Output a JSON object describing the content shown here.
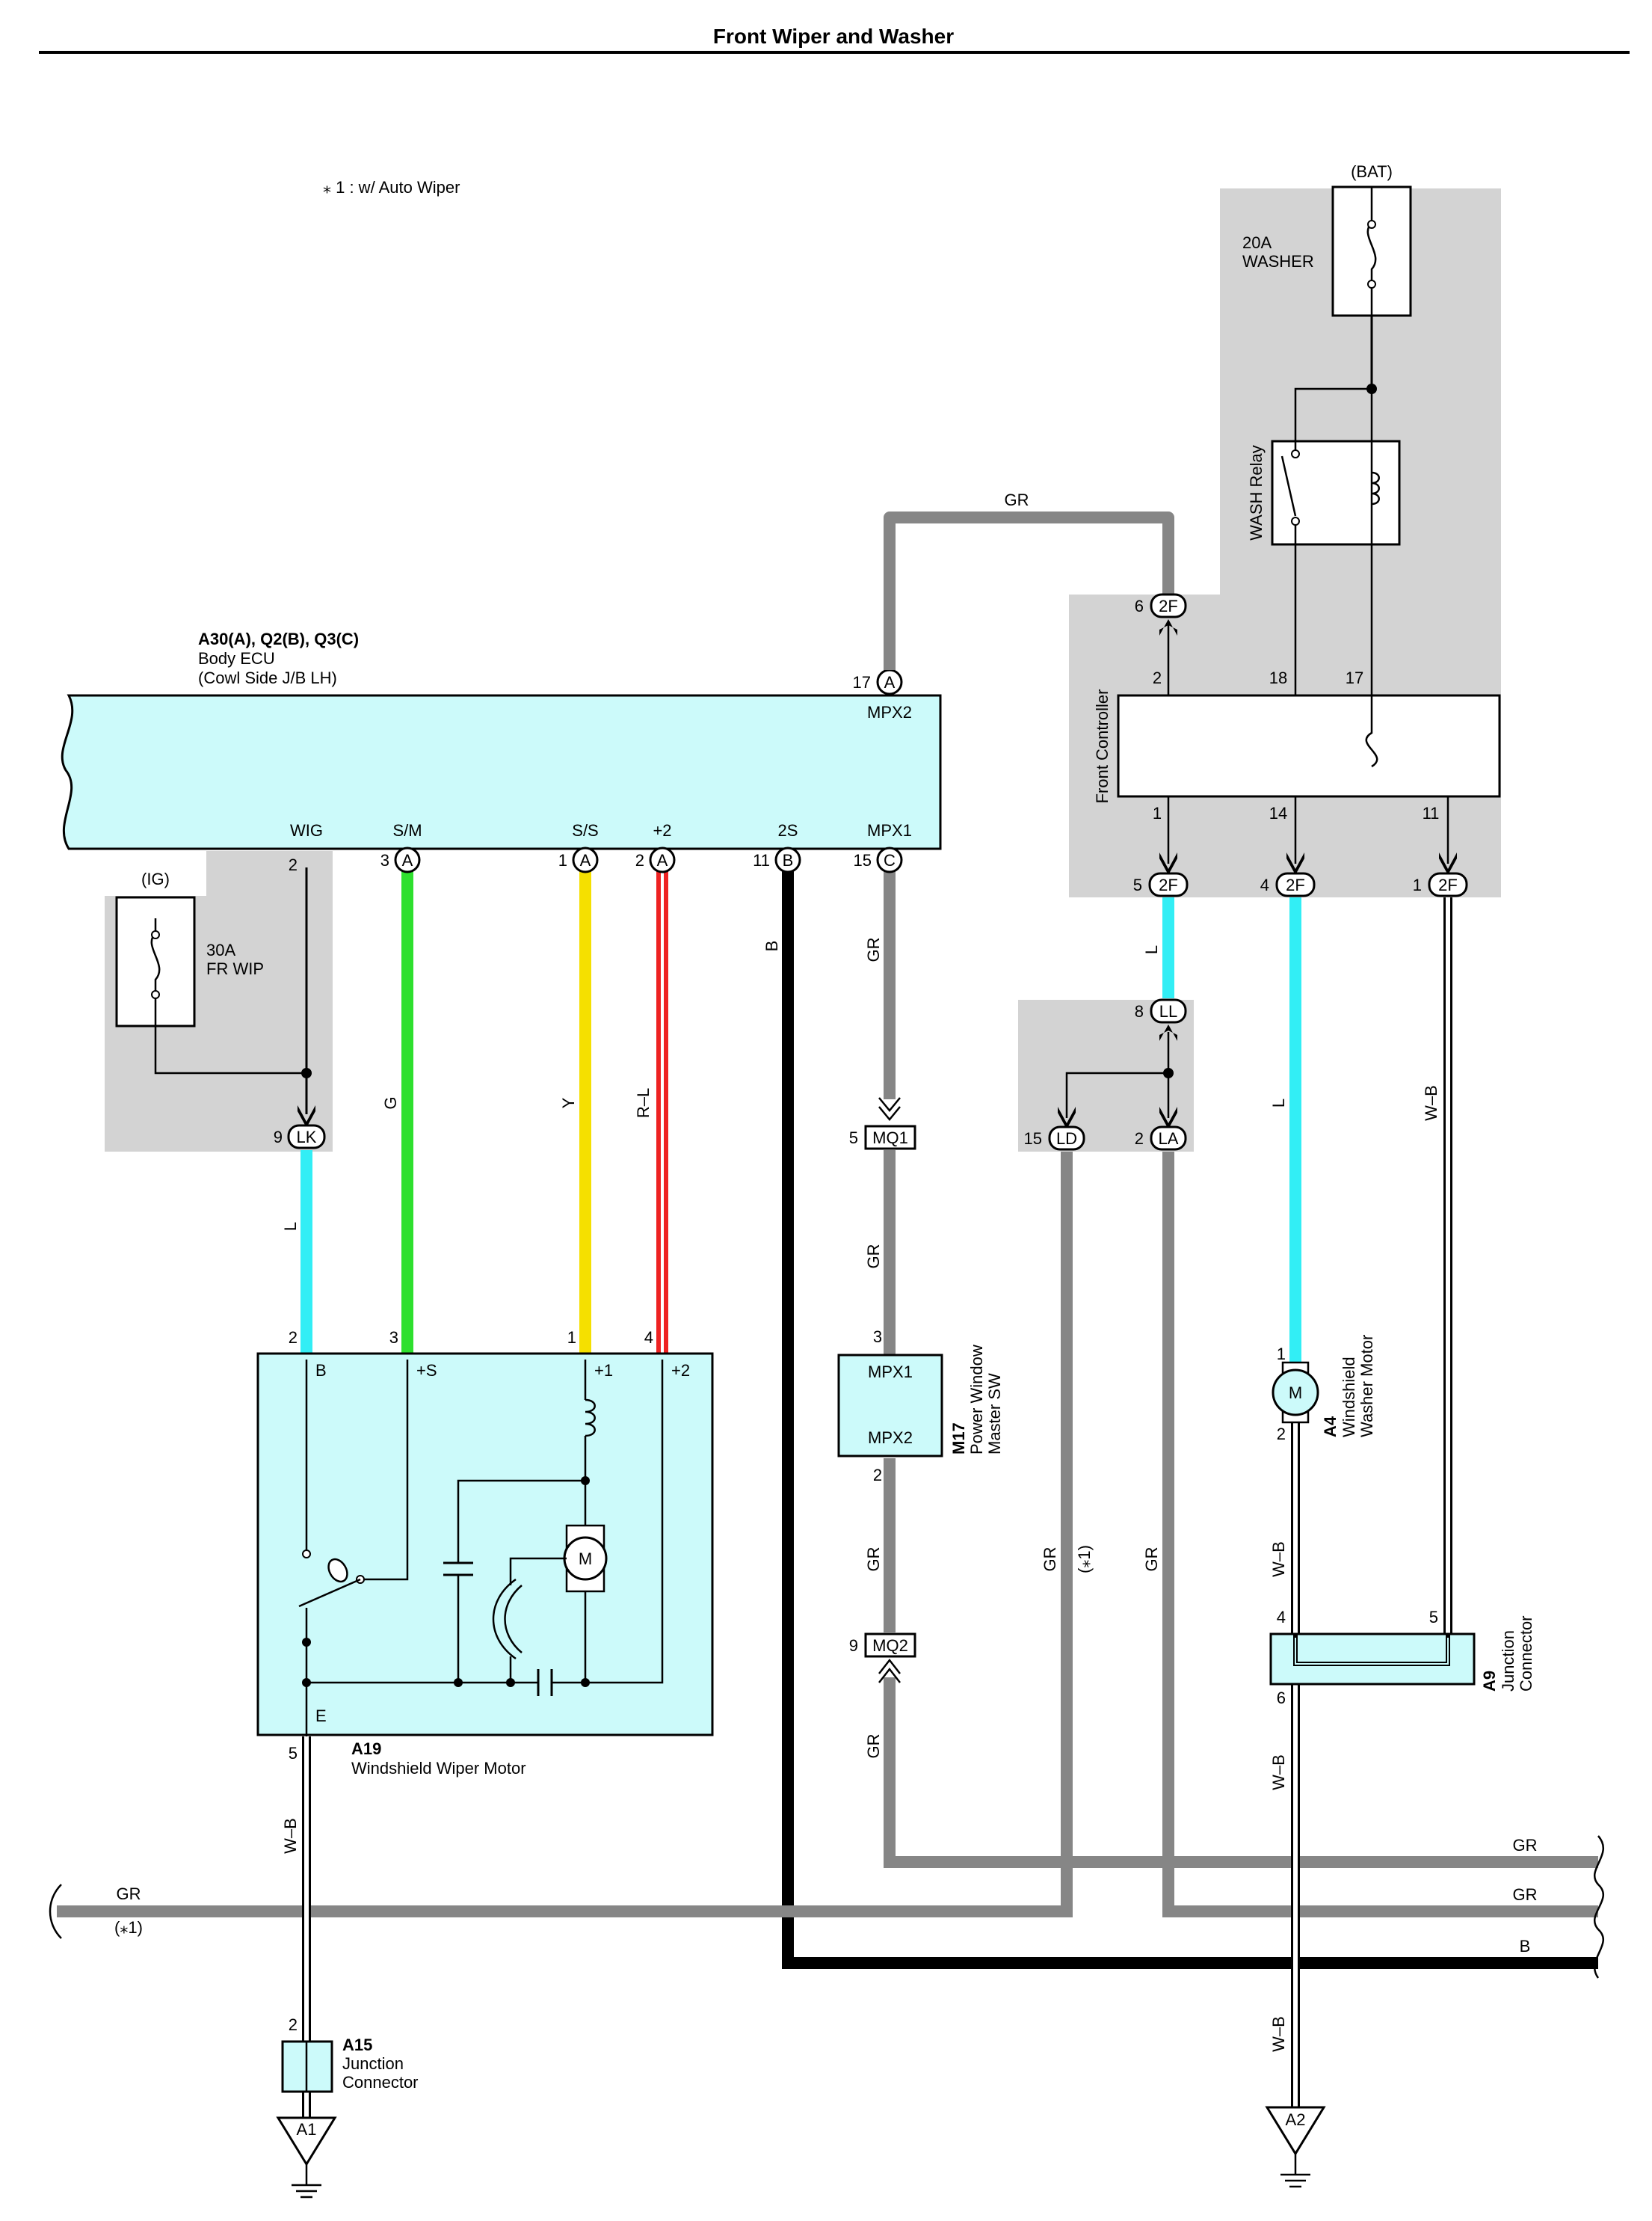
{
  "title": "Front Wiper and Washer",
  "note": "⁎ 1 : w/ Auto Wiper",
  "colors": {
    "ecu_fill": "#ccfafa",
    "shade": "#d3d3d3",
    "gr": "#868686",
    "g": "#2ee02e",
    "y": "#f5e000",
    "r": "#ee2222",
    "l": "#32eef5",
    "b": "#000000"
  },
  "body_ecu": {
    "id": "A30(A), Q2(B), Q3(C)",
    "name": "Body ECU",
    "location": "(Cowl Side J/B LH)",
    "top_pin": {
      "num": "17",
      "conn": "A",
      "label": "MPX2"
    },
    "bottom_pins": [
      {
        "num": "2",
        "conn": "",
        "label": "WIG"
      },
      {
        "num": "3",
        "conn": "A",
        "label": "S/M"
      },
      {
        "num": "1",
        "conn": "A",
        "label": "S/S"
      },
      {
        "num": "2",
        "conn": "A",
        "label": "+2"
      },
      {
        "num": "11",
        "conn": "B",
        "label": "2S"
      },
      {
        "num": "15",
        "conn": "C",
        "label": "MPX1"
      }
    ]
  },
  "fuse_ig": {
    "source": "(IG)",
    "rating": "30A",
    "name": "FR WIP"
  },
  "fuse_bat": {
    "source": "(BAT)",
    "rating": "20A",
    "name": "WASHER"
  },
  "wash_relay": "WASH Relay",
  "front_controller": {
    "name": "Front Controller",
    "top_pins": [
      "2",
      "18",
      "17"
    ],
    "bottom_pins": [
      "1",
      "14",
      "11"
    ]
  },
  "connectors": {
    "lk": {
      "num": "9",
      "code": "LK"
    },
    "f2_top": {
      "num": "6",
      "code": "2F"
    },
    "f2_a": {
      "num": "5",
      "code": "2F"
    },
    "f2_b": {
      "num": "4",
      "code": "2F"
    },
    "f2_c": {
      "num": "1",
      "code": "2F"
    },
    "ll": {
      "num": "8",
      "code": "LL"
    },
    "ld": {
      "num": "15",
      "code": "LD"
    },
    "la": {
      "num": "2",
      "code": "LA"
    },
    "mq1": {
      "num": "5",
      "code": "MQ1"
    },
    "mq2": {
      "num": "9",
      "code": "MQ2"
    }
  },
  "wiper_motor": {
    "id": "A19",
    "name": "Windshield Wiper Motor",
    "pins": [
      {
        "num": "2",
        "label": "B"
      },
      {
        "num": "3",
        "label": "+S"
      },
      {
        "num": "1",
        "label": "+1"
      },
      {
        "num": "4",
        "label": "+2"
      }
    ],
    "e_pin": {
      "num": "5",
      "label": "E"
    },
    "motor": "M"
  },
  "pw_switch": {
    "id": "M17",
    "name_l1": "Power Window",
    "name_l2": "Master SW",
    "pin_in": "3",
    "pin_out": "2",
    "label1": "MPX1",
    "label2": "MPX2"
  },
  "washer_motor": {
    "id": "A4",
    "name_l1": "Windshield",
    "name_l2": "Washer Motor",
    "pin_in": "1",
    "pin_out": "2",
    "motor": "M"
  },
  "jc_a9": {
    "id": "A9",
    "name_l1": "Junction",
    "name_l2": "Connector",
    "pins": [
      "4",
      "5",
      "6"
    ]
  },
  "jc_a15": {
    "id": "A15",
    "name_l1": "Junction",
    "name_l2": "Connector",
    "pin": "2"
  },
  "grounds": [
    "A1",
    "A2"
  ],
  "wires": {
    "gr": "GR",
    "g": "G",
    "y": "Y",
    "rl": "R–L",
    "b": "B",
    "l": "L",
    "wb": "W–B",
    "auto": "(⁎1)"
  }
}
